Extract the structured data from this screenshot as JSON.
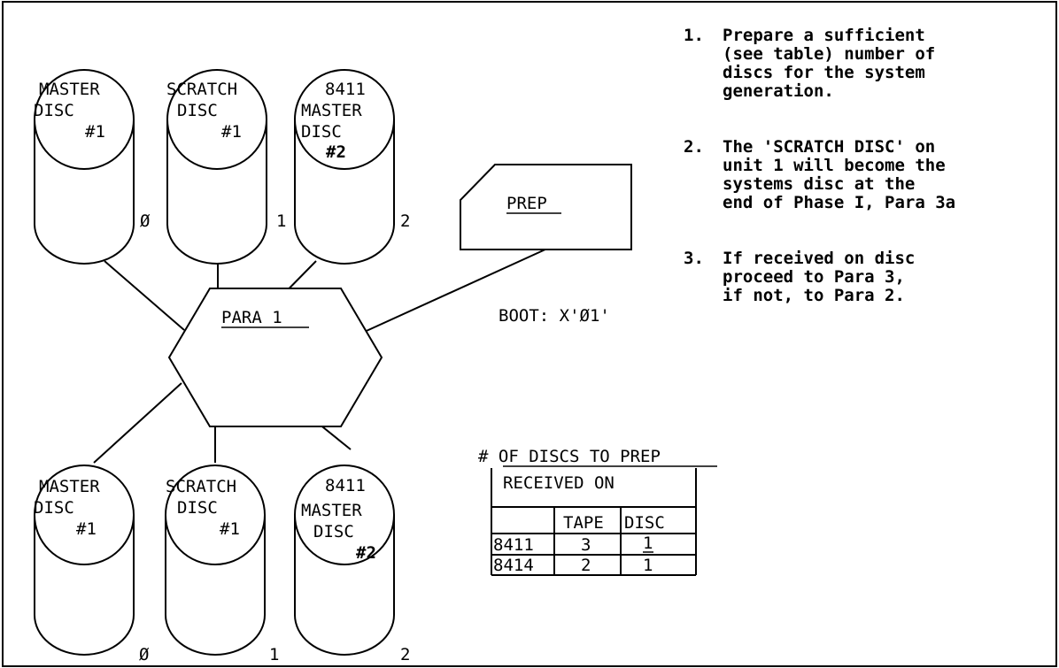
{
  "diagram": {
    "center_node": "PARA 1",
    "prep_node": "PREP",
    "boot_label": "BOOT: X'Ø1'",
    "top_discs": [
      {
        "line1": "MASTER",
        "line2": "DISC",
        "line3": "#1",
        "unit": "Ø"
      },
      {
        "line1": "SCRATCH",
        "line2": "DISC",
        "line3": "#1",
        "unit": "1"
      },
      {
        "line1": "8411",
        "line2": "MASTER",
        "line3": "DISC",
        "line4": "#2",
        "unit": "2"
      }
    ],
    "bottom_discs": [
      {
        "line1": "MASTER",
        "line2": "DISC",
        "line3": "#1",
        "unit": "Ø"
      },
      {
        "line1": "SCRATCH",
        "line2": "DISC",
        "line3": "#1",
        "unit": "1"
      },
      {
        "line1": "8411",
        "line2": "MASTER",
        "line3": "DISC",
        "line4": "#2",
        "unit": "2"
      }
    ]
  },
  "table": {
    "title": "# OF DISCS TO PREP",
    "header": "RECEIVED ON",
    "col_tape": "TAPE",
    "col_disc": "DISC",
    "rows": [
      {
        "model": "8411",
        "tape": "3",
        "disc": "1"
      },
      {
        "model": "8414",
        "tape": "2",
        "disc": "1"
      }
    ]
  },
  "notes": [
    {
      "num": "1.",
      "text": "Prepare a sufficient\n(see table) number of\ndiscs for the system\ngeneration."
    },
    {
      "num": "2.",
      "text": "The 'SCRATCH DISC' on\nunit 1 will become the\nsystems disc at the\nend of Phase I, Para 3a"
    },
    {
      "num": "3.",
      "text": "If received on disc\nproceed to Para 3,\nif not, to Para 2."
    }
  ]
}
